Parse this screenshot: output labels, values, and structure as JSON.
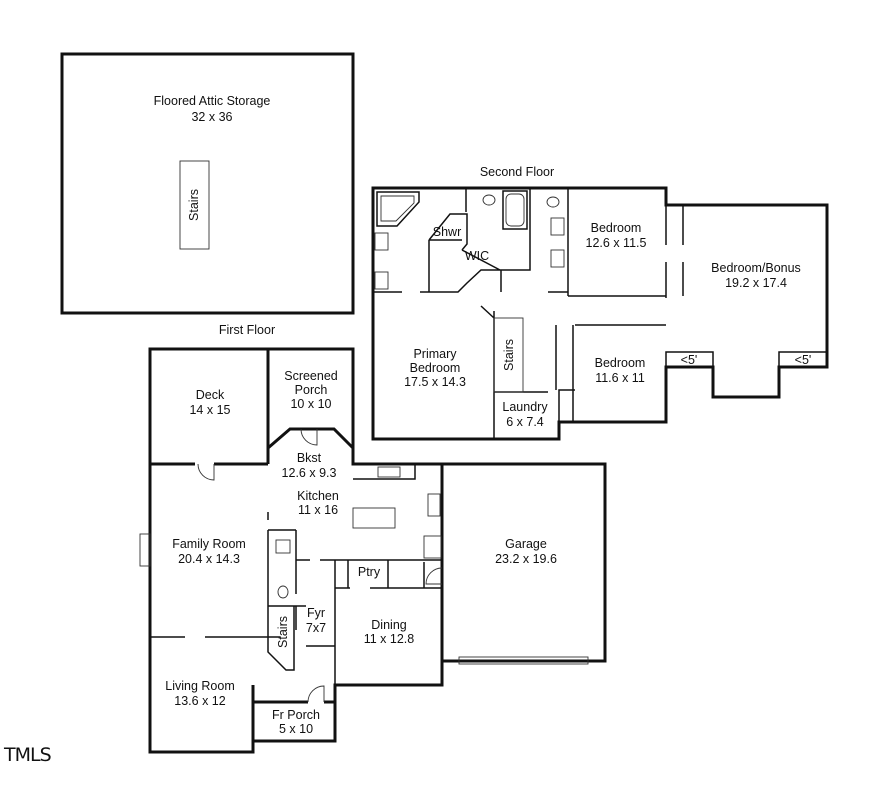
{
  "headers": {
    "second_floor": "Second Floor",
    "first_floor": "First Floor"
  },
  "watermark": "TMLS",
  "attic": {
    "name": "Floored Attic Storage",
    "dims": "32 x 36",
    "stairs": "Stairs"
  },
  "second_floor": {
    "shower": "Shwr",
    "wic": "WIC",
    "bedroom_1": {
      "name": "Bedroom",
      "dims": "12.6 x 11.5"
    },
    "bonus": {
      "name": "Bedroom/Bonus",
      "dims": "19.2 x 17.4"
    },
    "primary": {
      "name_line1": "Primary",
      "name_line2": "Bedroom",
      "dims": "17.5 x 14.3"
    },
    "stairs": "Stairs",
    "bedroom_2": {
      "name": "Bedroom",
      "dims": "11.6 x 11"
    },
    "laundry": {
      "name": "Laundry",
      "dims": "6 x 7.4"
    },
    "low_ceiling_left": "<5'",
    "low_ceiling_right": "<5'"
  },
  "first_floor": {
    "deck": {
      "name": "Deck",
      "dims": "14 x 15"
    },
    "screened_porch": {
      "name_line1": "Screened",
      "name_line2": "Porch",
      "dims": "10 x 10"
    },
    "bkst": {
      "name": "Bkst",
      "dims": "12.6 x 9.3"
    },
    "kitchen": {
      "name": "Kitchen",
      "dims": "11 x 16"
    },
    "family_room": {
      "name": "Family Room",
      "dims": "20.4 x 14.3"
    },
    "garage": {
      "name": "Garage",
      "dims": "23.2 x 19.6"
    },
    "pantry": "Ptry",
    "foyer": {
      "name": "Fyr",
      "dims": "7x7"
    },
    "dining": {
      "name": "Dining",
      "dims": "11 x 12.8"
    },
    "stairs": "Stairs",
    "living_room": {
      "name": "Living Room",
      "dims": "13.6 x 12"
    },
    "front_porch": {
      "name": "Fr Porch",
      "dims": "5 x 10"
    }
  }
}
